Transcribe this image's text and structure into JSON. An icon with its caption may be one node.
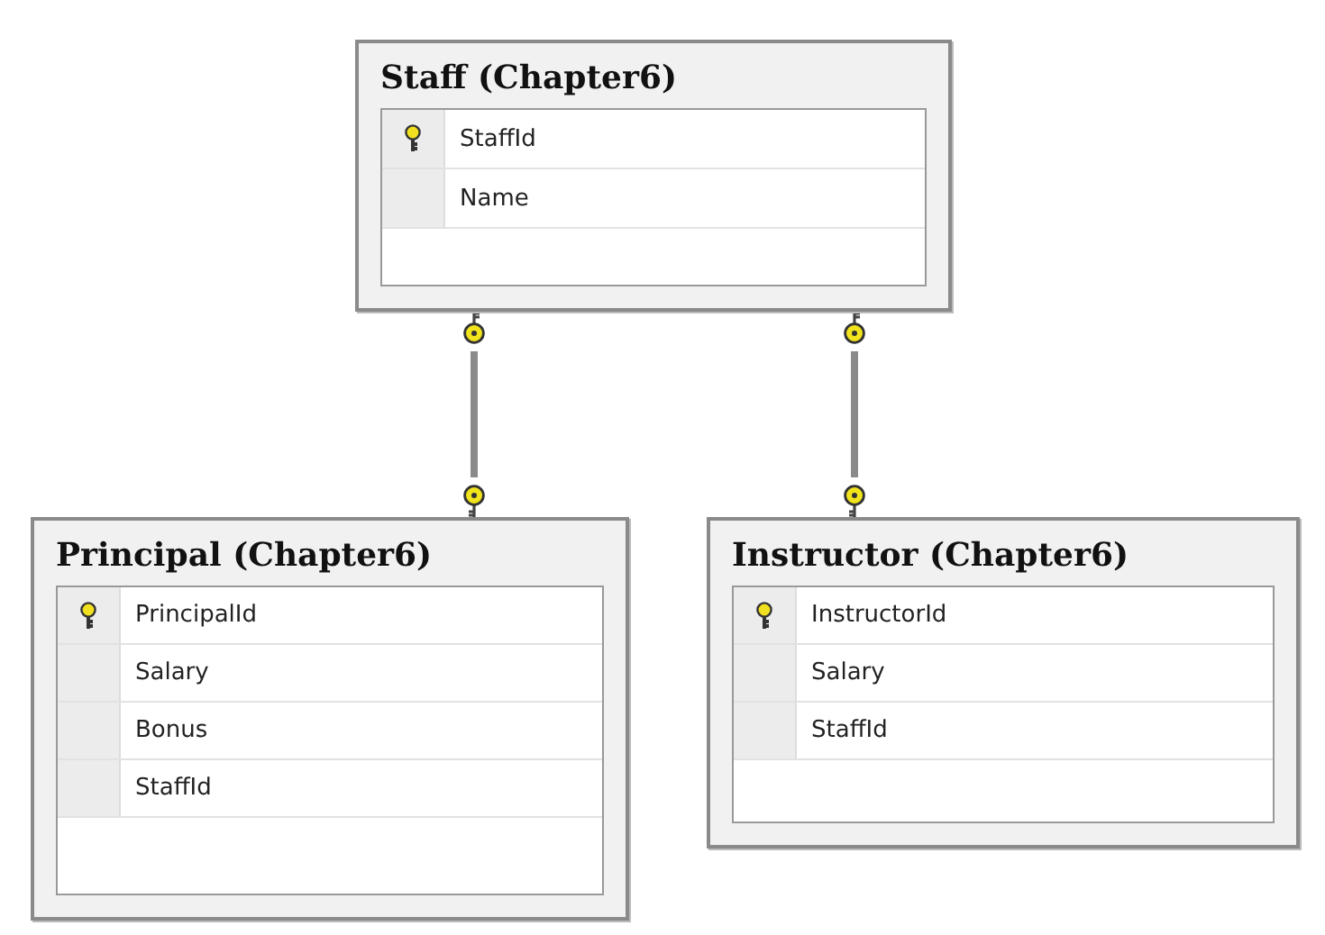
{
  "diagram": {
    "nodes": [
      {
        "text": [
          "Staff (Chapter6)",
          "StaffId",
          "Name"
        ]
      },
      {
        "text": [
          "Principal (Chapter6)",
          "PrincipalId",
          "Salary",
          "Bonus",
          "StaffId"
        ]
      },
      {
        "text": [
          "Instructor (Chapter6)",
          "InstructorId",
          "Salary",
          "StaffId"
        ]
      }
    ],
    "edges": [
      {
        "from": 0,
        "to": 1,
        "arrow": "other"
      },
      {
        "from": 0,
        "to": 2,
        "arrow": "other"
      }
    ]
  }
}
